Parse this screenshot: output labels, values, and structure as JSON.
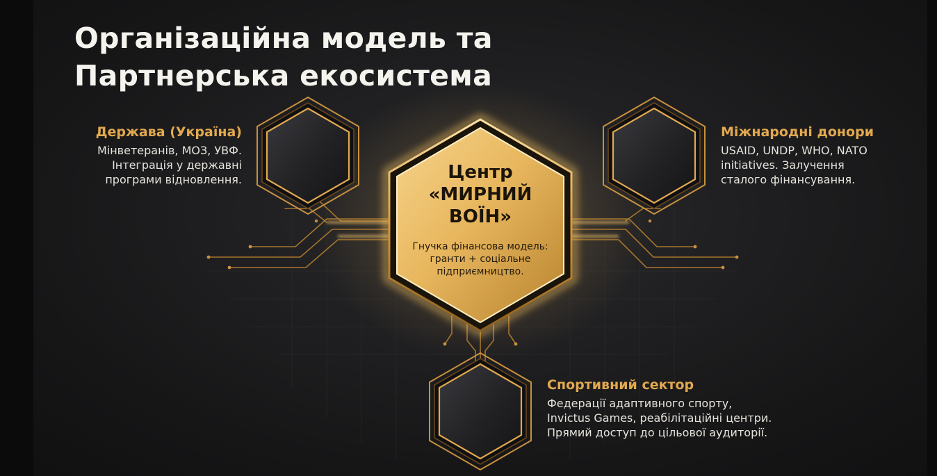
{
  "title": {
    "line1": "Організаційна модель та",
    "line2": "Партнерська екосистема"
  },
  "center": {
    "title_line1": "Центр",
    "title_line2": "«МИРНИЙ",
    "title_line3": "ВОЇН»",
    "desc_line1": "Гнучка фінансова модель:",
    "desc_line2": "гранти + соціальне",
    "desc_line3": "підприємництво."
  },
  "nodes": {
    "state": {
      "heading": "Держава (Україна)",
      "line1": "Мінветеранів, МОЗ, УВФ.",
      "line2": "Інтеграція у державні",
      "line3": "програми відновлення."
    },
    "donors": {
      "heading": "Міжнародні донори",
      "line1": "USAID, UNDP, WHO, NATO",
      "line2": "initiatives. Залучення",
      "line3": "сталого фінансування."
    },
    "sport": {
      "heading": "Спортивний сектор",
      "line1": "Федерації адаптивного спорту,",
      "line2": "Invictus Games, реабілітаційні центри.",
      "line3": "Прямий доступ до цільової аудиторії."
    }
  },
  "colors": {
    "accent_gold": "#e2a94f",
    "gold_fill": "#e8b75e",
    "background": "#1d1d1f",
    "text": "#f5f3ee"
  }
}
